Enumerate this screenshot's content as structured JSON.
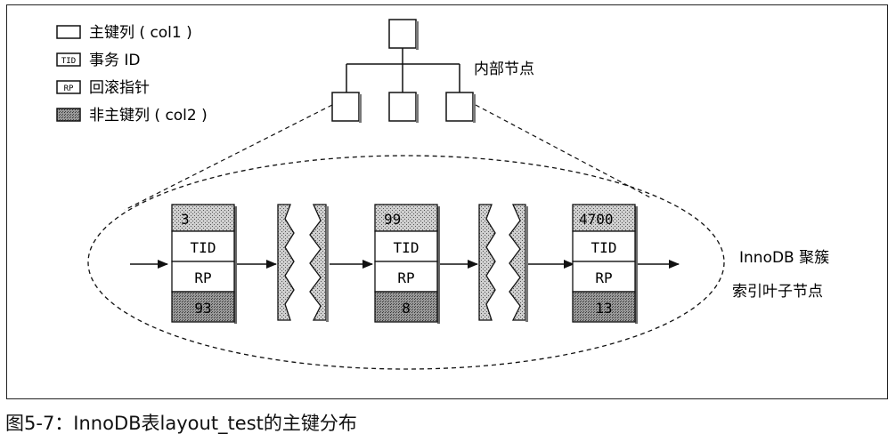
{
  "legend": [
    {
      "key": "primary",
      "label": "主键列 ( col1 )",
      "icon_text": ""
    },
    {
      "key": "tid",
      "label": "事务 ID",
      "icon_text": "TID"
    },
    {
      "key": "rp",
      "label": "回滚指针",
      "icon_text": "RP"
    },
    {
      "key": "nonkey",
      "label": "非主键列 ( col2 )",
      "icon_text": ""
    }
  ],
  "internal_node_label": "内部节点",
  "leaf_label_line1": "InnoDB 聚簇",
  "leaf_label_line2": "索引叶子节点",
  "leaf_rows": [
    {
      "pk": "3",
      "tid": "TID",
      "rp": "RP",
      "col2": "93"
    },
    {
      "pk": "99",
      "tid": "TID",
      "rp": "RP",
      "col2": "8"
    },
    {
      "pk": "4700",
      "tid": "TID",
      "rp": "RP",
      "col2": "13"
    }
  ],
  "caption": "图5-7：InnoDB表layout_test的主键分布",
  "colors": {
    "line": "#111111",
    "shade": "#bdbdbd",
    "dark_shade": "#8a8a8a"
  }
}
